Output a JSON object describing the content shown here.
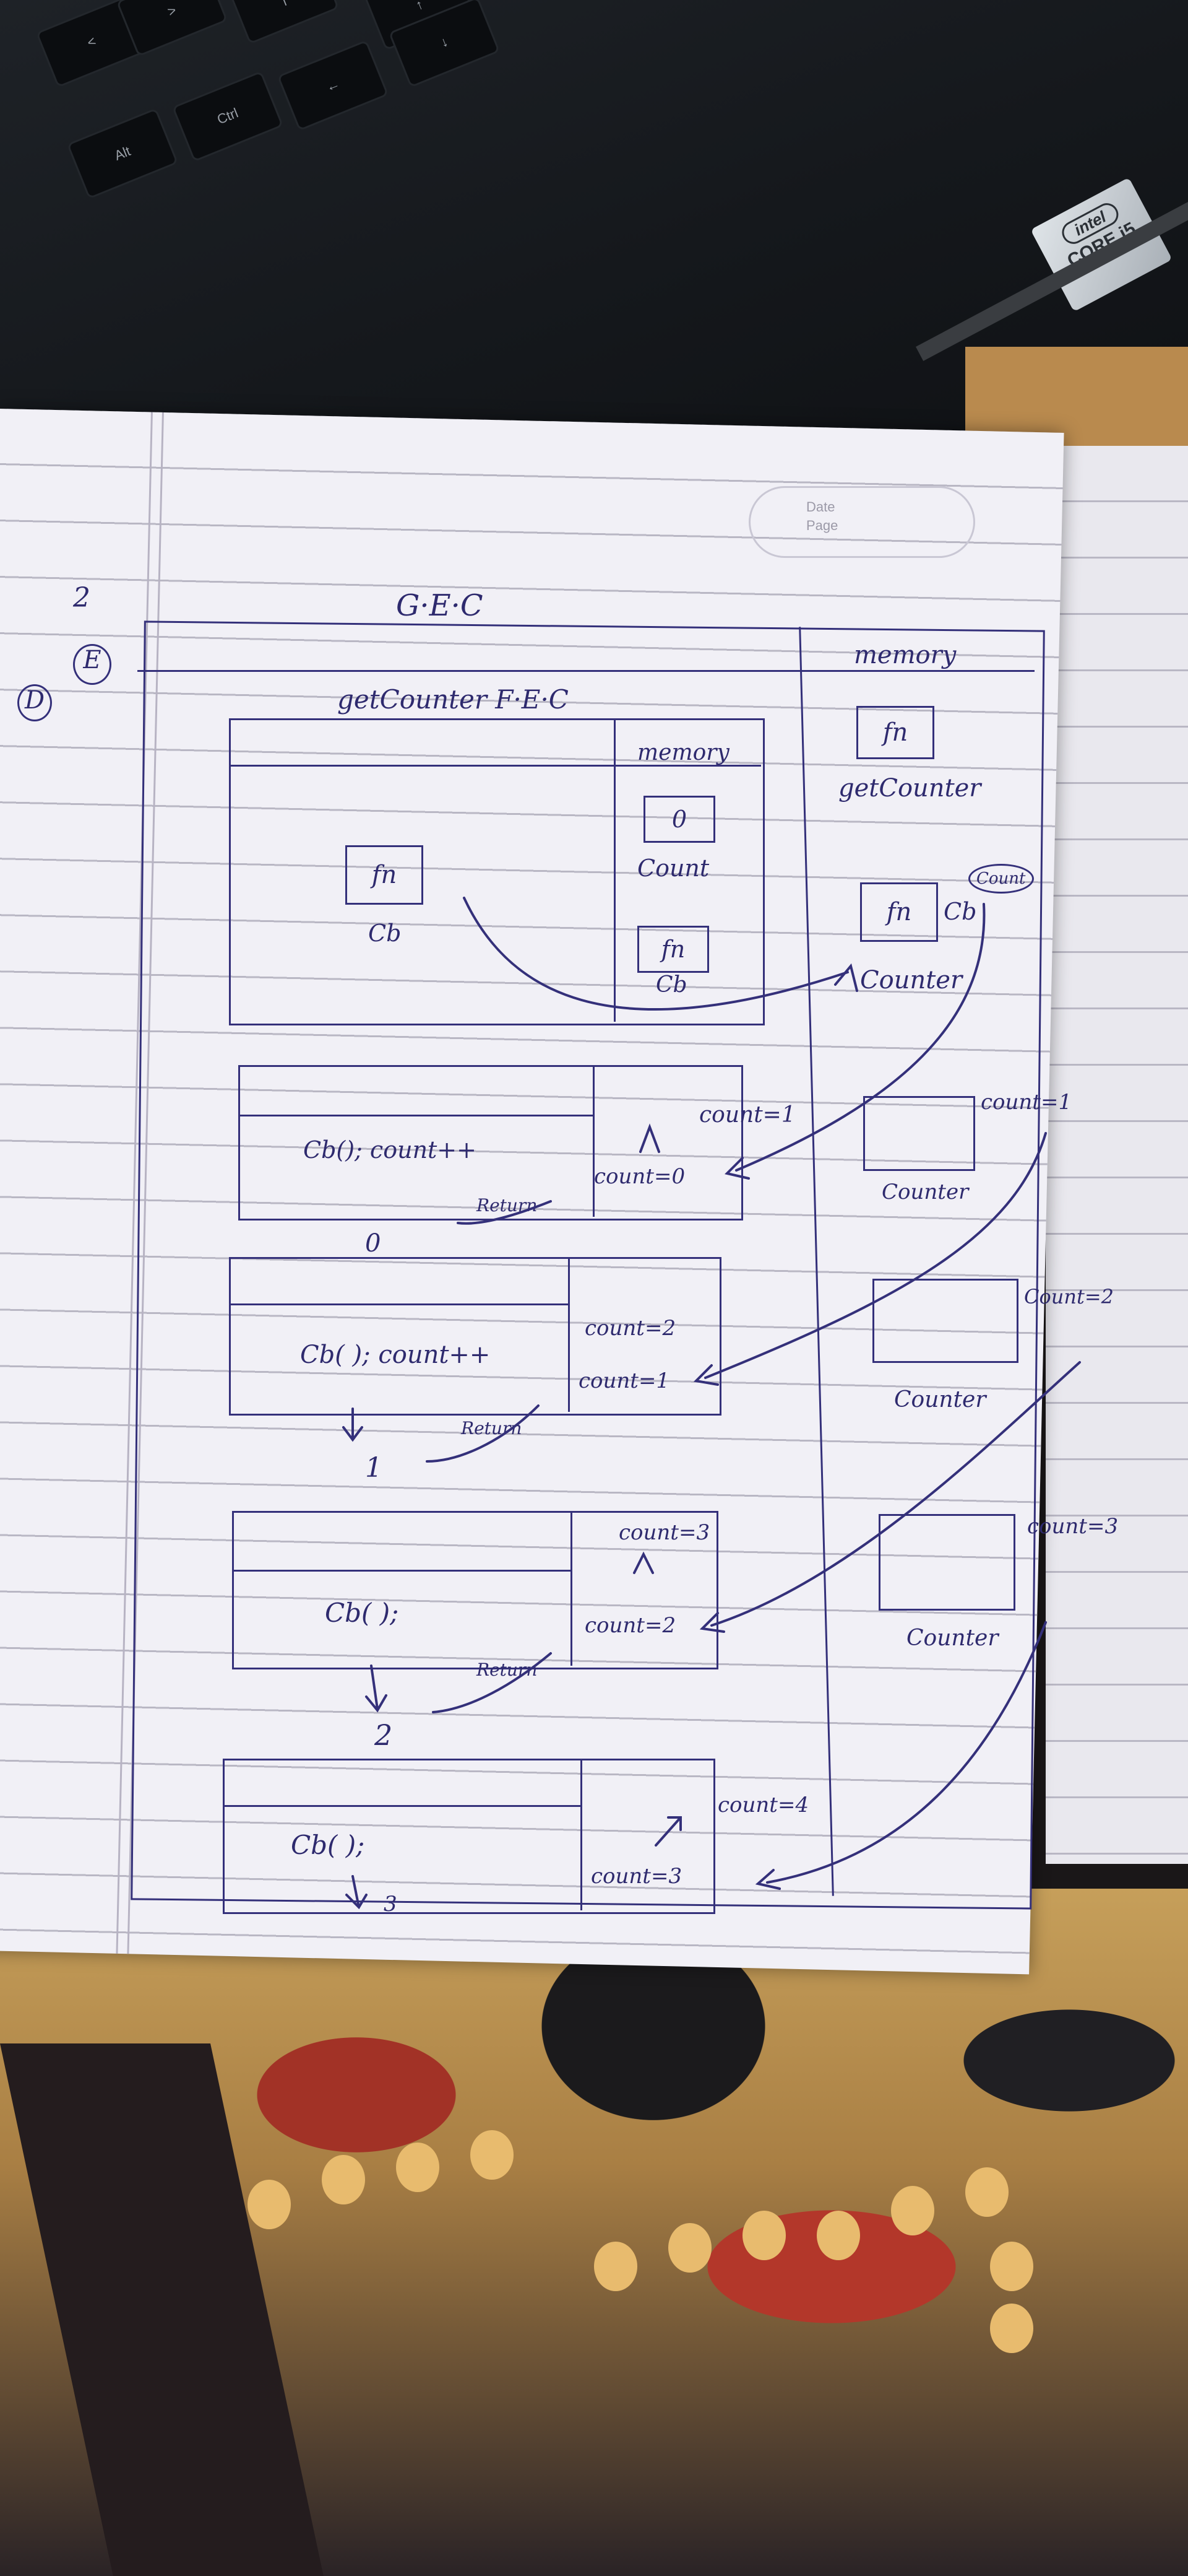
{
  "scene": {
    "keyboard_keys": [
      "Alt",
      "Ctrl",
      "<",
      ">",
      "|",
      "↑",
      "↓",
      "←"
    ],
    "laptop_badge": {
      "brand": "intel",
      "label": "CORE i5"
    },
    "page_header": {
      "date_label": "Date",
      "page_label": "Page"
    },
    "colors": {
      "ink": "#2e2a6e",
      "paper": "#f1f0f6",
      "cloth_red": "#a23226",
      "cloth_gold": "#c69f5a"
    }
  },
  "notes": {
    "margin_top": "2",
    "margin_d": "D",
    "margin_e": "E",
    "gec_title": "G·E·C",
    "global_memory_label": "memory",
    "global_fn_box": "fn",
    "global_fn_name": "getCounter",
    "global_cb_box": "fn",
    "global_cb_label": "Cb",
    "global_cb_circle": "Count",
    "global_counter_name": "Counter",
    "fec_title": "getCounter F·E·C",
    "fec_memory_label": "memory",
    "fec_count_box": "0",
    "fec_count_label": "Count",
    "fec_fn_box": "fn",
    "fec_fn_label": "Cb",
    "fec_local_fn_box": "fn",
    "fec_local_fn_label": "Cb",
    "call1": {
      "code": "Cb(); count++",
      "return": "Return",
      "result": "0",
      "mem_top": "count=1",
      "mem_bottom": "count=0",
      "heap_label": "count=1",
      "heap_name": "Counter"
    },
    "call2": {
      "code": "Cb( ); count++",
      "return": "Return",
      "result": "1",
      "mem_top": "count=2",
      "mem_bottom": "count=1",
      "heap_label": "Count=2",
      "heap_name": "Counter"
    },
    "call3": {
      "code": "Cb( );",
      "return": "Return",
      "result": "2",
      "mem_top": "count=3",
      "mem_bottom": "count=2",
      "heap_label": "count=3",
      "heap_name": "Counter"
    },
    "call4": {
      "code": "Cb( );",
      "result": "3",
      "mem_top": "count=4",
      "mem_bottom": "count=3"
    }
  }
}
